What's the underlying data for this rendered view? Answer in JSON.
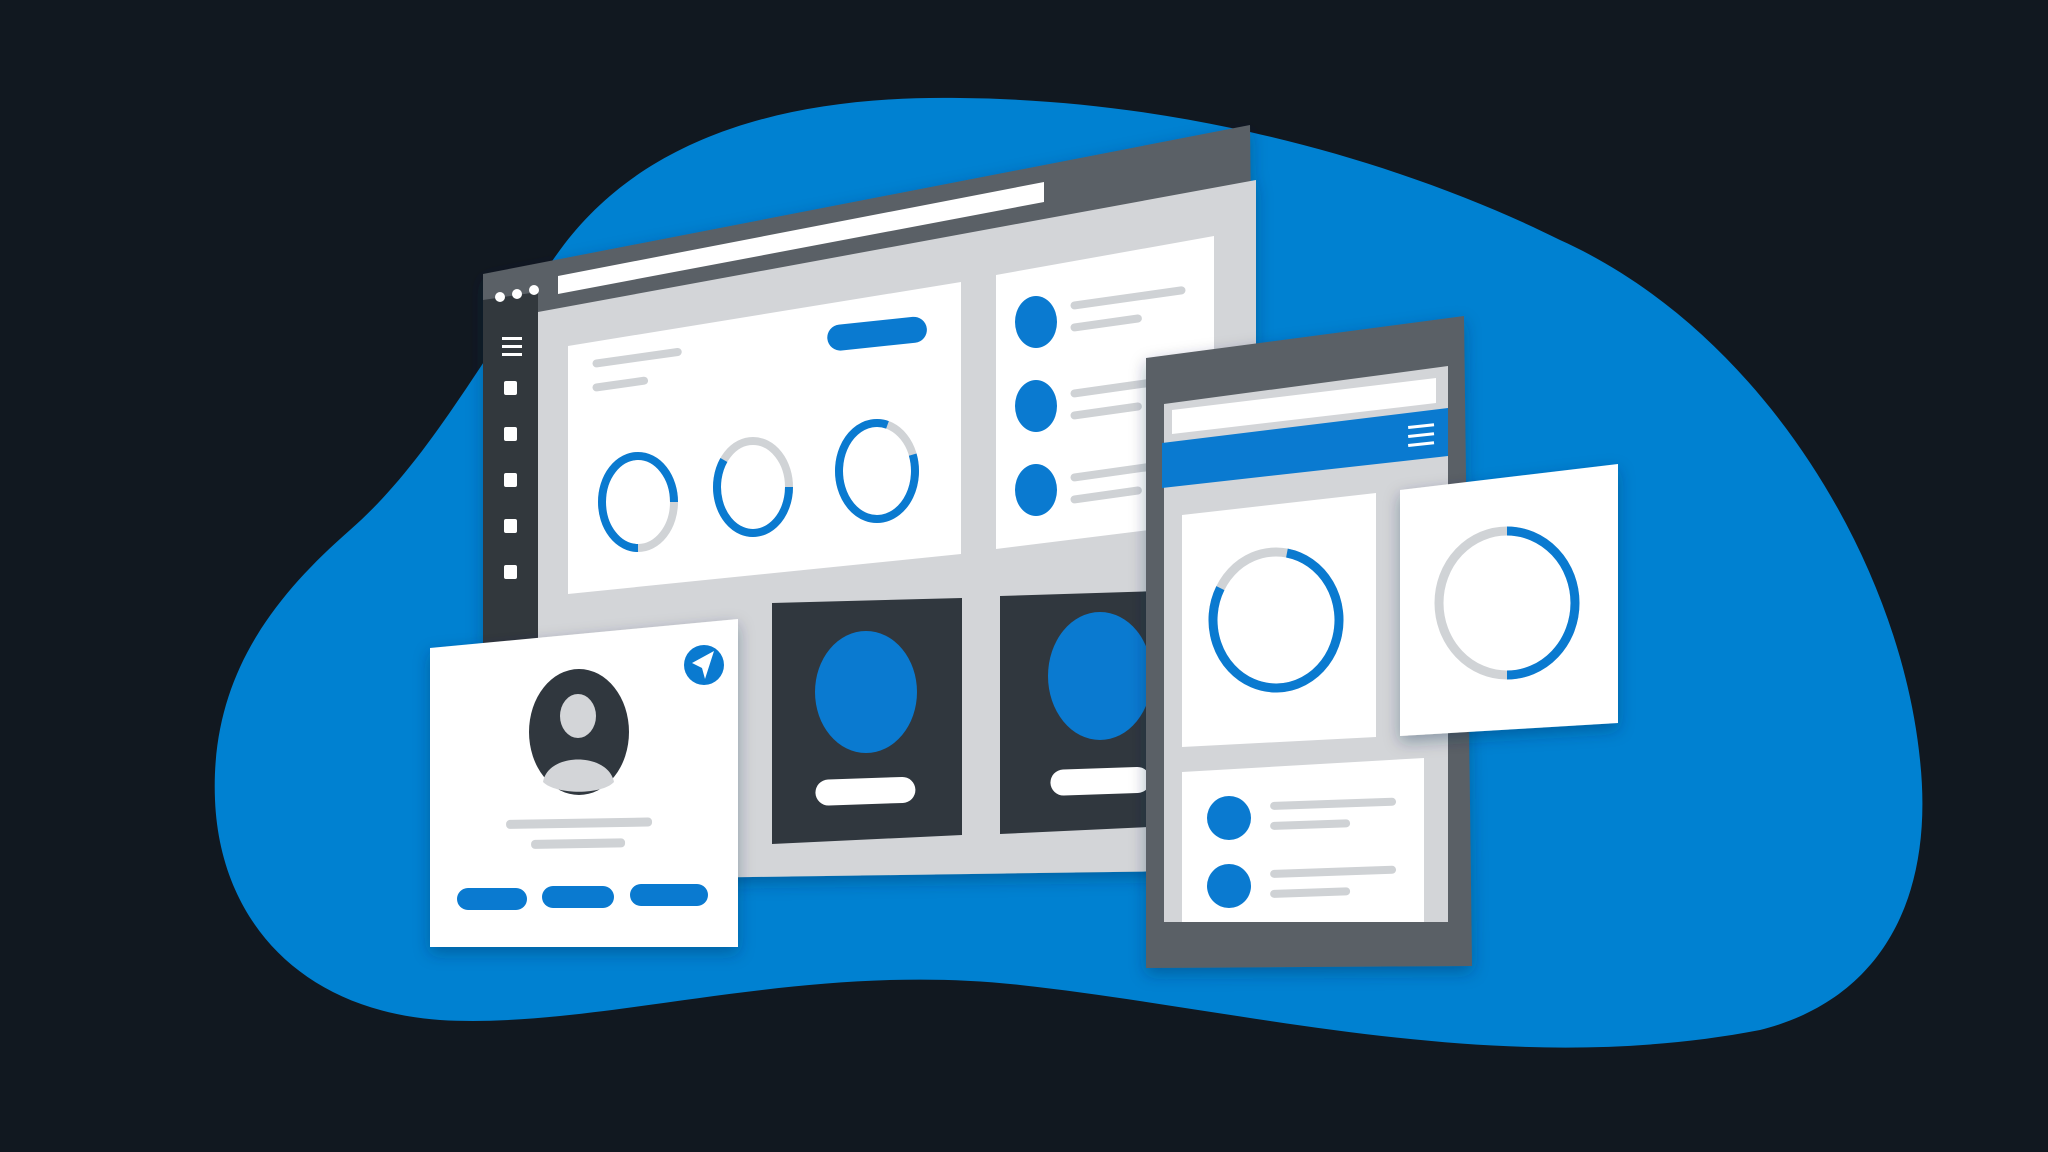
{
  "illustration": {
    "subject": "responsive-dashboard-wireframe",
    "devices": [
      "desktop-browser",
      "tablet",
      "profile-card",
      "floating-chart-card"
    ]
  },
  "colors": {
    "background": "#111820",
    "blob": "#0081D1",
    "accent": "#0A7AD0",
    "frame_dark": "#5A6066",
    "sidebar": "#30373E",
    "content_bg": "#D3D5D8",
    "panel": "#FFFFFF",
    "placeholder_line": "#CFD2D5",
    "card_dark": "#30373E",
    "ring_track": "#D0D3D6"
  },
  "icons": {
    "menu": "hamburger-icon",
    "nav": "square-nav-icon",
    "share": "send-arrow-icon",
    "avatar": "user-avatar-icon",
    "window_controls": "window-dots-icon"
  },
  "progress_rings": {
    "desktop": [
      0.75,
      0.6,
      0.85
    ],
    "tablet": [
      0.8
    ],
    "floating": [
      0.5
    ]
  }
}
